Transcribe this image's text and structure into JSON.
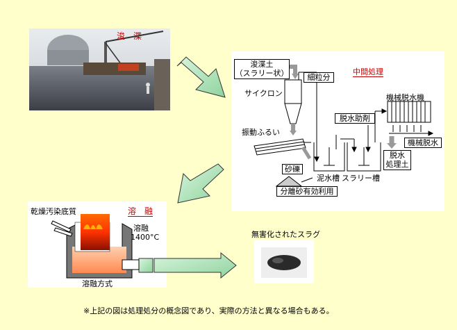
{
  "dredge": {
    "label": "浚　渫"
  },
  "middle": {
    "title": "中間処理",
    "dredged_soil_line1": "浚渫土",
    "dredged_soil_line2": "（スラリー状）",
    "fine_particles": "細粒分",
    "cyclone": "サイクロン",
    "vibrating_screen": "振動ふるい",
    "gravel": "砂礫",
    "mud_tank": "泥水槽",
    "slurry_tank": "スラリー槽",
    "dewatering_agent": "脱水助剤",
    "dewatering_machine": "機械脱水機",
    "mechanical_dewatering": "機械脱水",
    "dewatered_soil_line1": "脱水",
    "dewatered_soil_line2": "処理土",
    "sand_reuse": "分離砂有効利用"
  },
  "melting": {
    "title": "溶　融",
    "dry_sediment": "乾燥汚染底質",
    "melt_label": "溶融",
    "temperature": "1400°C",
    "method": "溶融方式"
  },
  "slag": {
    "label": "無害化されたスラグ"
  },
  "footnote": "※上記の図は処理処分の概念図であり、実際の方法と異なる場合もある。",
  "colors": {
    "background": "#ffffcc",
    "arrow_fill": "#99e0a8",
    "title_red": "#c00000"
  }
}
